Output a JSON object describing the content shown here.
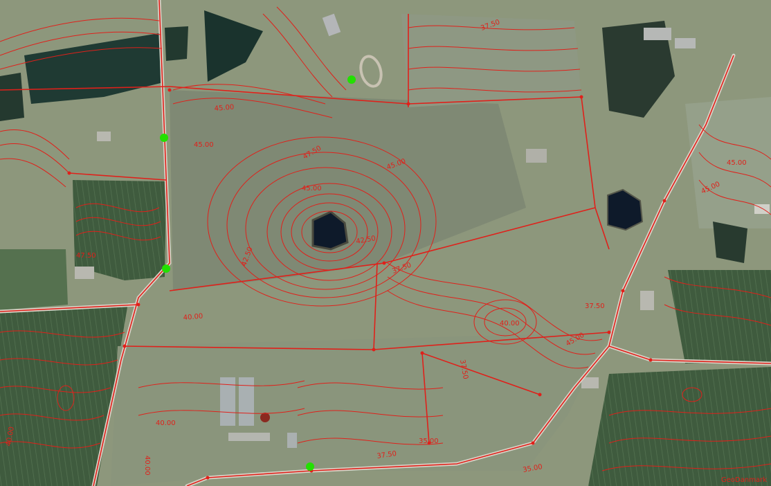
{
  "map": {
    "attribution": "GeoDanmark",
    "elevation_labels": [
      "45.00",
      "45.00",
      "45.00",
      "47.50",
      "47.50",
      "45.00",
      "42.50",
      "42.50",
      "40.00",
      "40.00",
      "40.00",
      "40.00",
      "37.50",
      "37.50",
      "37.50",
      "35.00",
      "35.00",
      "40.00",
      "45.00",
      "45.00",
      "37.50",
      "45.00",
      "37.50"
    ],
    "markers": [
      {
        "type": "survey-point",
        "color": "#22e000"
      },
      {
        "type": "survey-point",
        "color": "#22e000"
      },
      {
        "type": "survey-point",
        "color": "#22e000"
      },
      {
        "type": "survey-point",
        "color": "#22e000"
      }
    ],
    "colors": {
      "contour": "#e0201a",
      "marker": "#22e000",
      "water": "#0e1a2a",
      "forest": "#1e3a30"
    }
  }
}
